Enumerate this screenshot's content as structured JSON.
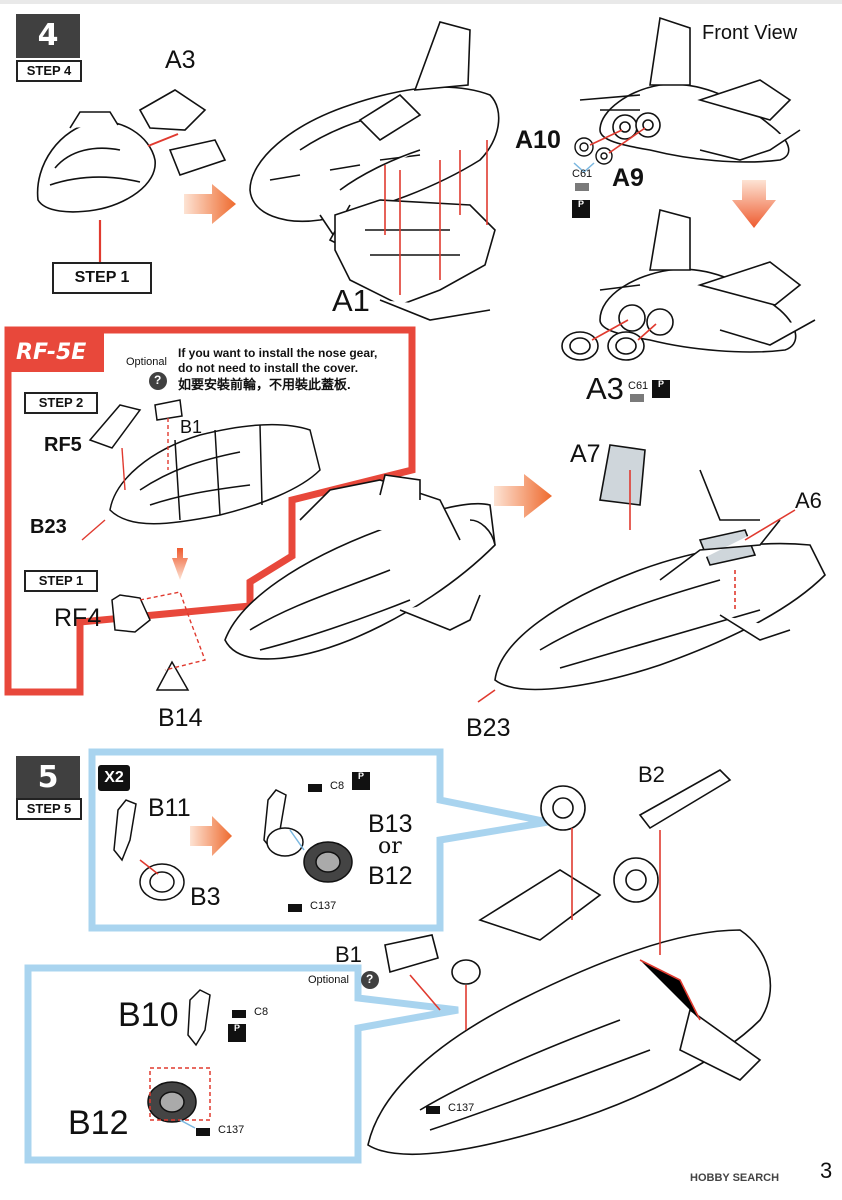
{
  "page": {
    "number": "3",
    "watermark": "HOBBY SEARCH"
  },
  "step4": {
    "number": "4",
    "step_label": "STEP 4",
    "front_view": "Front View",
    "ref_step1": "STEP 1",
    "parts": {
      "a3_top": "A3",
      "a1": "A1",
      "a10": "A10",
      "a9": "A9",
      "c61_top": "C61",
      "a3_bottom": "A3",
      "c61_bottom": "C61"
    }
  },
  "rf5e": {
    "title": "RF-5E",
    "optional": "Optional",
    "note_en_line1": "If you want to install the nose gear,",
    "note_en_line2": "do not need to install the cover.",
    "note_zh": "如要安裝前輪，不用裝此蓋板.",
    "step2": "STEP 2",
    "step1": "STEP 1",
    "parts": {
      "b1": "B1",
      "rf5": "RF5",
      "b23": "B23",
      "rf4": "RF4",
      "b14": "B14"
    }
  },
  "right_parts": {
    "a7": "A7",
    "a6": "A6",
    "b23": "B23"
  },
  "step5": {
    "number": "5",
    "step_label": "STEP 5",
    "x2": "X2",
    "parts": {
      "b11": "B11",
      "b3": "B3",
      "c8_top": "C8",
      "b13": "B13",
      "or": "or",
      "b12_top": "B12",
      "c137_top": "C137",
      "b2": "B2",
      "b1": "B1",
      "optional": "Optional",
      "b10": "B10",
      "c8_bottom": "C8",
      "b12_bottom": "B12",
      "c137_bottom": "C137",
      "c137_plane": "C137"
    }
  },
  "colors": {
    "step_dark": "#404040",
    "rf5e_red": "#e8483b",
    "callout_blue": "#a9d4ef",
    "arrow_orange": "#f07a3e",
    "leader_red": "#e03a2f"
  }
}
